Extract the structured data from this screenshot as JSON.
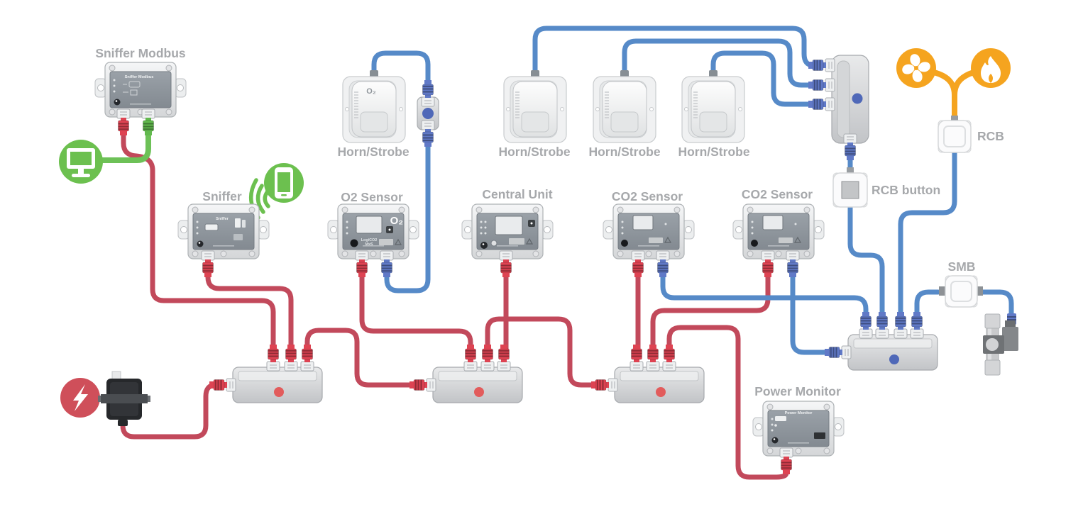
{
  "labels": {
    "sniffer_modbus": "Sniffer Modbus",
    "sniffer": "Sniffer",
    "o2_sensor": "O2 Sensor",
    "central_unit": "Central Unit",
    "co2_sensor_1": "CO2 Sensor",
    "co2_sensor_2": "CO2 Sensor",
    "horn_strobe_1": "Horn/Strobe",
    "horn_strobe_2": "Horn/Strobe",
    "horn_strobe_3": "Horn/Strobe",
    "horn_strobe_4": "Horn/Strobe",
    "power_monitor": "Power Monitor",
    "rcb": "RCB",
    "rcb_button": "RCB button",
    "smb": "SMB"
  },
  "device_text": {
    "sniffer_modbus_panel": "Sniffer Modbus",
    "sniffer_panel": "Sniffer",
    "o2_sensor_gas": "O₂",
    "o2_sensor_model_line1": "LogiCO2",
    "o2_sensor_model_line2": "MxS",
    "horn_strobe_1_gas": "O₂",
    "power_monitor_panel": "Power Monitor"
  },
  "colors": {
    "red_cable": "#c2495b",
    "blue_cable": "#568ac8",
    "green_cable": "#6dc157",
    "orange_cable": "#f5a41f",
    "red_plug": "#de4352",
    "blue_plug": "#6079c7",
    "green_plug": "#62b94e",
    "red_dot": "#e25c5c",
    "blue_dot": "#4f68b8"
  },
  "icons": {
    "monitor": "monitor-icon",
    "phone": "smartphone-wifi-icon",
    "lightning": "lightning-icon",
    "fan": "fan-icon",
    "flame": "flame-icon"
  }
}
